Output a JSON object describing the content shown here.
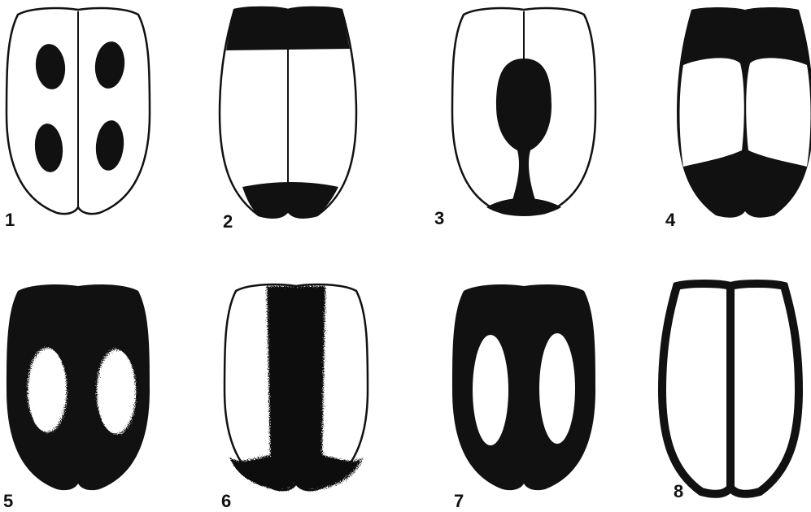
{
  "figure": {
    "panels": [
      {
        "id": "p1",
        "label": "1",
        "pattern": "four-spots"
      },
      {
        "id": "p2",
        "label": "2",
        "pattern": "black-base-and-apex-bands"
      },
      {
        "id": "p3",
        "label": "3",
        "pattern": "central-club-mark"
      },
      {
        "id": "p4",
        "label": "4",
        "pattern": "black-with-two-pale-windows"
      },
      {
        "id": "p5",
        "label": "5",
        "pattern": "black-with-two-diffuse-oval-windows"
      },
      {
        "id": "p6",
        "label": "6",
        "pattern": "black-sutural-stripe-and-apex"
      },
      {
        "id": "p7",
        "label": "7",
        "pattern": "black-with-two-oval-windows"
      },
      {
        "id": "p8",
        "label": "8",
        "pattern": "black-margins-only"
      }
    ],
    "colors": {
      "ink": "#111111",
      "paper": "#ffffff"
    }
  }
}
